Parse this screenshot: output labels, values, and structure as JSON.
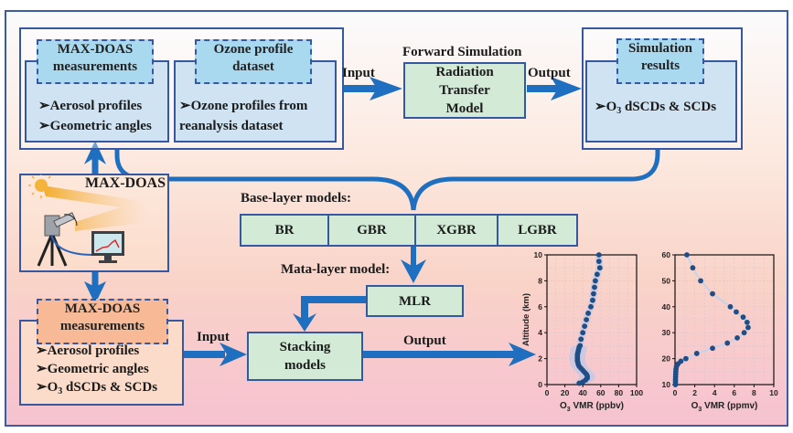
{
  "top_section": {
    "maxdoas_panel": {
      "tag": [
        "MAX-DOAS",
        "measurements"
      ],
      "bullets": [
        "➢Aerosol profiles",
        "➢Geometric angles"
      ]
    },
    "ozone_panel": {
      "tag": [
        "Ozone profile",
        "dataset"
      ],
      "bullets": [
        "➢Ozone profiles from",
        "reanalysis dataset"
      ]
    },
    "input_label": "Input",
    "forward_title": "Forward Simulation",
    "rtm_box": [
      "Radiation",
      "Transfer",
      "Model"
    ],
    "output_label": "Output",
    "simulation_panel": {
      "tag": [
        "Simulation",
        "results"
      ],
      "bullet_prefix": "➢O",
      "bullet_sub": "3",
      "bullet_suffix": " dSCDs & SCDs"
    }
  },
  "instrument": {
    "label": "MAX-DOAS",
    "icons": [
      "sun-icon",
      "spectrometer-tripod-icon",
      "monitor-chart-icon"
    ]
  },
  "base_layer": {
    "title": "Base-layer models:",
    "models": [
      "BR",
      "GBR",
      "XGBR",
      "LGBR"
    ]
  },
  "meta_layer": {
    "title": "Mata-layer model:",
    "model": "MLR"
  },
  "bottom_section": {
    "maxdoas_panel": {
      "tag": [
        "MAX-DOAS",
        "measurements"
      ],
      "bullets": [
        "➢Aerosol profiles",
        "➢Geometric angles"
      ],
      "bullet3_prefix": "➢O",
      "bullet3_sub": "3",
      "bullet3_suffix": " dSCDs & SCDs"
    },
    "input_label": "Input",
    "stacking_box": [
      "Stacking",
      "models"
    ],
    "output_label": "Output"
  },
  "colors": {
    "arrow": "#1f6fc0",
    "frame": "#3b5ba5",
    "green_box": "#d3ead7",
    "blue_panel": "#cfe3f2",
    "tag_blue": "#a9d9ef",
    "tag_peach": "#f7b996",
    "marker": "#1f4e86",
    "band": "#b8c8ea"
  },
  "chart_data": [
    {
      "type": "scatter",
      "title": "",
      "xlabel_prefix": "O",
      "xlabel_sub": "3",
      "xlabel_suffix": " VMR (ppbv)",
      "ylabel": "Altitude (km)",
      "xlim": [
        0,
        100
      ],
      "ylim": [
        0,
        10
      ],
      "xticks": [
        0,
        20,
        40,
        60,
        80,
        100
      ],
      "yticks": [
        0,
        2,
        4,
        6,
        8,
        10
      ],
      "grid": true,
      "band": "uncertainty shading",
      "points": [
        [
          36,
          0.1
        ],
        [
          40,
          0.2
        ],
        [
          43,
          0.35
        ],
        [
          45,
          0.5
        ],
        [
          45,
          0.65
        ],
        [
          44,
          0.8
        ],
        [
          42,
          0.95
        ],
        [
          40,
          1.1
        ],
        [
          38,
          1.25
        ],
        [
          36,
          1.4
        ],
        [
          35,
          1.55
        ],
        [
          34.5,
          1.7
        ],
        [
          34,
          1.85
        ],
        [
          34,
          2.0
        ],
        [
          34,
          2.15
        ],
        [
          34,
          2.3
        ],
        [
          34.5,
          2.45
        ],
        [
          35,
          2.6
        ],
        [
          35.5,
          2.75
        ],
        [
          36,
          2.9
        ],
        [
          37,
          3.0
        ],
        [
          38,
          3.5
        ],
        [
          40,
          4.0
        ],
        [
          42,
          4.5
        ],
        [
          44,
          5.0
        ],
        [
          46,
          5.5
        ],
        [
          49,
          6.0
        ],
        [
          51,
          6.5
        ],
        [
          52,
          7.0
        ],
        [
          53,
          7.5
        ],
        [
          54,
          8.0
        ],
        [
          56,
          8.5
        ],
        [
          59,
          9.0
        ],
        [
          58,
          9.5
        ],
        [
          58,
          10.0
        ]
      ]
    },
    {
      "type": "scatter",
      "title": "",
      "xlabel_prefix": "O",
      "xlabel_sub": "3",
      "xlabel_suffix": " VMR (ppmv)",
      "ylabel": "",
      "xlim": [
        0,
        10
      ],
      "ylim": [
        10,
        60
      ],
      "xticks": [
        0,
        2,
        4,
        6,
        8,
        10
      ],
      "yticks": [
        10,
        20,
        30,
        40,
        50,
        60
      ],
      "grid": true,
      "points": [
        [
          0.05,
          10
        ],
        [
          0.05,
          11
        ],
        [
          0.05,
          12
        ],
        [
          0.06,
          13
        ],
        [
          0.07,
          14
        ],
        [
          0.08,
          15
        ],
        [
          0.1,
          16
        ],
        [
          0.15,
          17
        ],
        [
          0.3,
          18
        ],
        [
          0.6,
          19
        ],
        [
          1.1,
          20
        ],
        [
          2.2,
          22
        ],
        [
          3.8,
          24
        ],
        [
          5.3,
          26
        ],
        [
          6.3,
          28
        ],
        [
          7.0,
          30
        ],
        [
          7.4,
          32
        ],
        [
          7.3,
          34
        ],
        [
          6.9,
          36
        ],
        [
          6.2,
          38
        ],
        [
          5.6,
          40
        ],
        [
          3.8,
          45
        ],
        [
          2.6,
          50
        ],
        [
          1.8,
          55
        ],
        [
          1.2,
          60
        ]
      ]
    }
  ]
}
